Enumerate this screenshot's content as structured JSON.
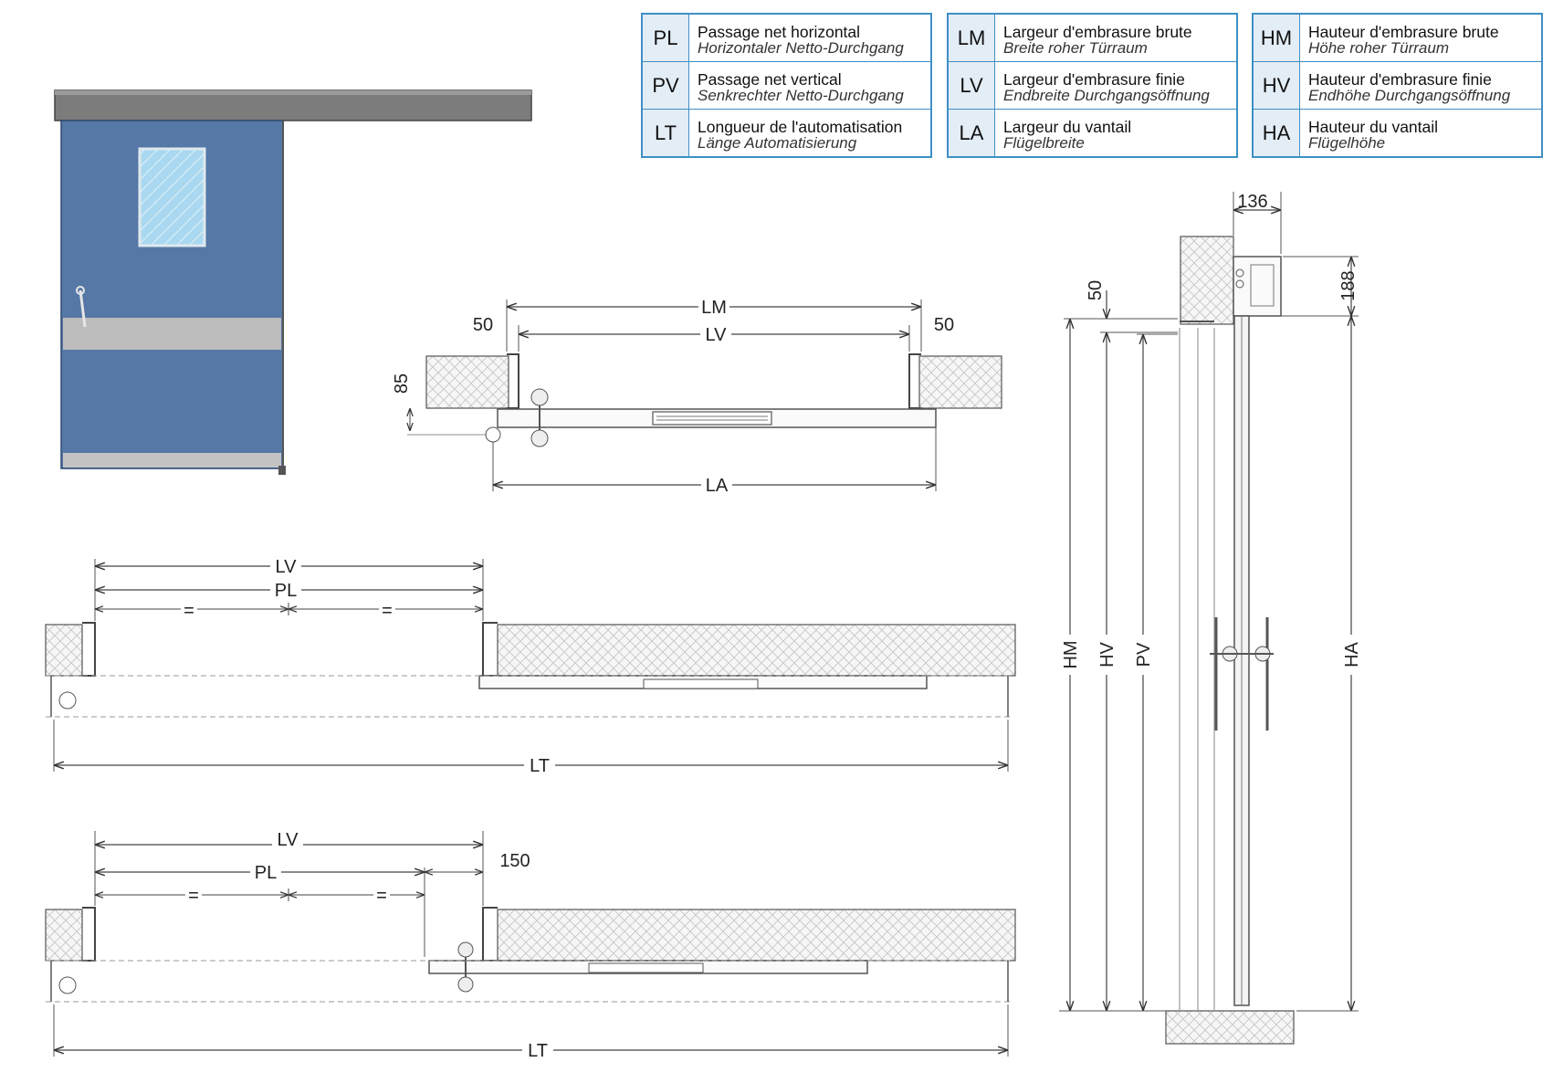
{
  "legend": {
    "columns": [
      [
        {
          "code": "PL",
          "fr": "Passage net horizontal",
          "de": "Horizontaler Netto-Durchgang"
        },
        {
          "code": "PV",
          "fr": "Passage net vertical",
          "de": "Senkrechter Netto-Durchgang"
        },
        {
          "code": "LT",
          "fr": "Longueur de l'automatisation",
          "de": "Länge Automatisierung"
        }
      ],
      [
        {
          "code": "LM",
          "fr": "Largeur d'embrasure brute",
          "de": "Breite roher Türraum"
        },
        {
          "code": "LV",
          "fr": "Largeur d'embrasure finie",
          "de": "Endbreite Durchgangsöffnung"
        },
        {
          "code": "LA",
          "fr": "Largeur du vantail",
          "de": "Flügelbreite"
        }
      ],
      [
        {
          "code": "HM",
          "fr": "Hauteur d'embrasure brute",
          "de": "Höhe roher Türraum"
        },
        {
          "code": "HV",
          "fr": "Hauteur d'embrasure finie",
          "de": "Endhöhe Durchgangsöffnung"
        },
        {
          "code": "HA",
          "fr": "Hauteur du vantail",
          "de": "Flügelhöhe"
        }
      ]
    ]
  },
  "plan_top": {
    "lm": "LM",
    "lv": "LV",
    "la": "LA",
    "left_50": "50",
    "right_50": "50",
    "depth_85": "85"
  },
  "plan_mid": {
    "lv": "LV",
    "pl": "PL",
    "eq_left": "=",
    "eq_right": "=",
    "lt": "LT"
  },
  "plan_bottom": {
    "lv": "LV",
    "pl": "PL",
    "eq_left": "=",
    "eq_right": "=",
    "offset_150": "150",
    "lt": "LT"
  },
  "section": {
    "w136": "136",
    "h188": "188",
    "h50": "50",
    "hm": "HM",
    "hv": "HV",
    "pv": "PV",
    "ha": "HA"
  },
  "colors": {
    "door_blue": "#5578a6",
    "glass": "#a9d8f0",
    "grey_band": "#bcbcbc",
    "rail": "#7c7c7c",
    "legend_border": "#3f8fc4",
    "legend_code_bg": "#e3edf6"
  }
}
